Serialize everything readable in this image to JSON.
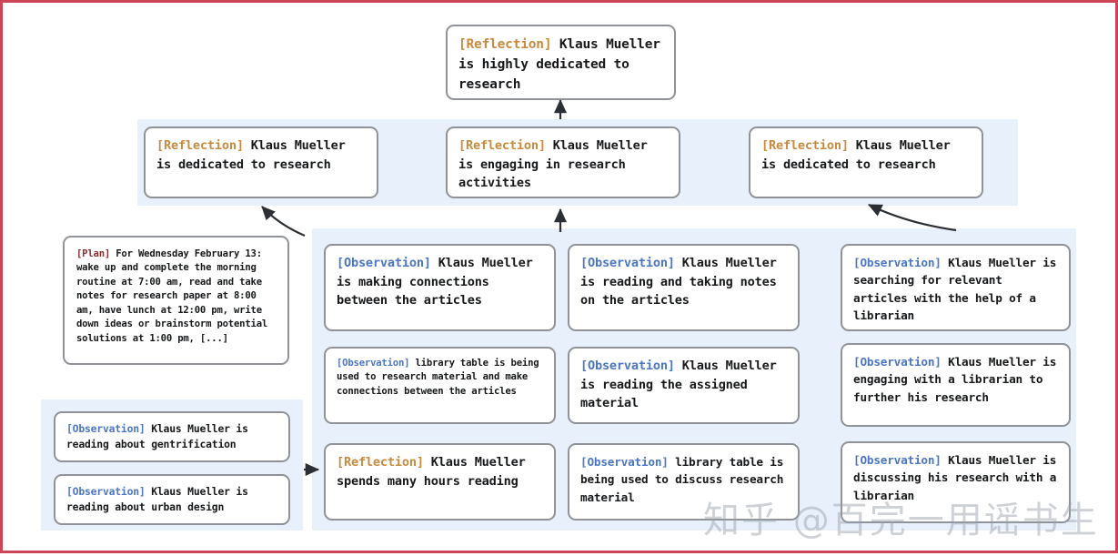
{
  "figure": {
    "title": "Reflection tree: Klaus Mueller memory stream",
    "border_color": "#cc4455",
    "panel_color": "#e8f0fb",
    "node_border_color": "#8f9296",
    "tag_colors": {
      "reflection": "#c78a3e",
      "observation": "#4a76c4",
      "plan": "#8e2a2a"
    }
  },
  "watermark": {
    "text": "知乎 @百完一用谣书生"
  },
  "nodes": {
    "root": {
      "tag": "[Reflection]",
      "text": " Klaus Mueller is highly dedicated to research"
    },
    "mid_left": {
      "tag": "[Reflection]",
      "text": " Klaus Mueller is dedicated to research"
    },
    "mid_center": {
      "tag": "[Reflection]",
      "text": " Klaus Mueller is engaging in research activities"
    },
    "mid_right": {
      "tag": "[Reflection]",
      "text": " Klaus Mueller is dedicated to research"
    },
    "plan": {
      "tag": "[Plan]",
      "text": " For Wednesday February 13: wake up and complete the morning routine at 7:00 am, read and take notes for research paper at 8:00 am, have lunch at 12:00 pm, write down ideas or brainstorm potential solutions at 1:00 pm, [...]"
    },
    "col1_a": {
      "tag": "[Observation]",
      "text": " Klaus Mueller is making connections between the articles"
    },
    "col1_b": {
      "tag": "[Observation]",
      "text": " library table is being used to research material and make connections between the articles"
    },
    "col1_c": {
      "tag": "[Reflection]",
      "text": " Klaus Mueller spends many hours reading"
    },
    "col2_a": {
      "tag": "[Observation]",
      "text": " Klaus Mueller is reading and taking notes on the articles"
    },
    "col2_b": {
      "tag": "[Observation]",
      "text": " Klaus Mueller is reading the assigned material"
    },
    "col2_c": {
      "tag": "[Observation]",
      "text": " library table is being used to discuss research material"
    },
    "col3_a": {
      "tag": "[Observation]",
      "text": " Klaus Mueller is searching for relevant articles with the help of a librarian"
    },
    "col3_b": {
      "tag": "[Observation]",
      "text": " Klaus Mueller is engaging with a librarian to further his research"
    },
    "col3_c": {
      "tag": "[Observation]",
      "text": " Klaus Mueller is discussing his research with a librarian"
    },
    "bot_left_a": {
      "tag": "[Observation]",
      "text": " Klaus Mueller is reading about gentrification"
    },
    "bot_left_b": {
      "tag": "[Observation]",
      "text": " Klaus Mueller is reading about urban design"
    }
  }
}
